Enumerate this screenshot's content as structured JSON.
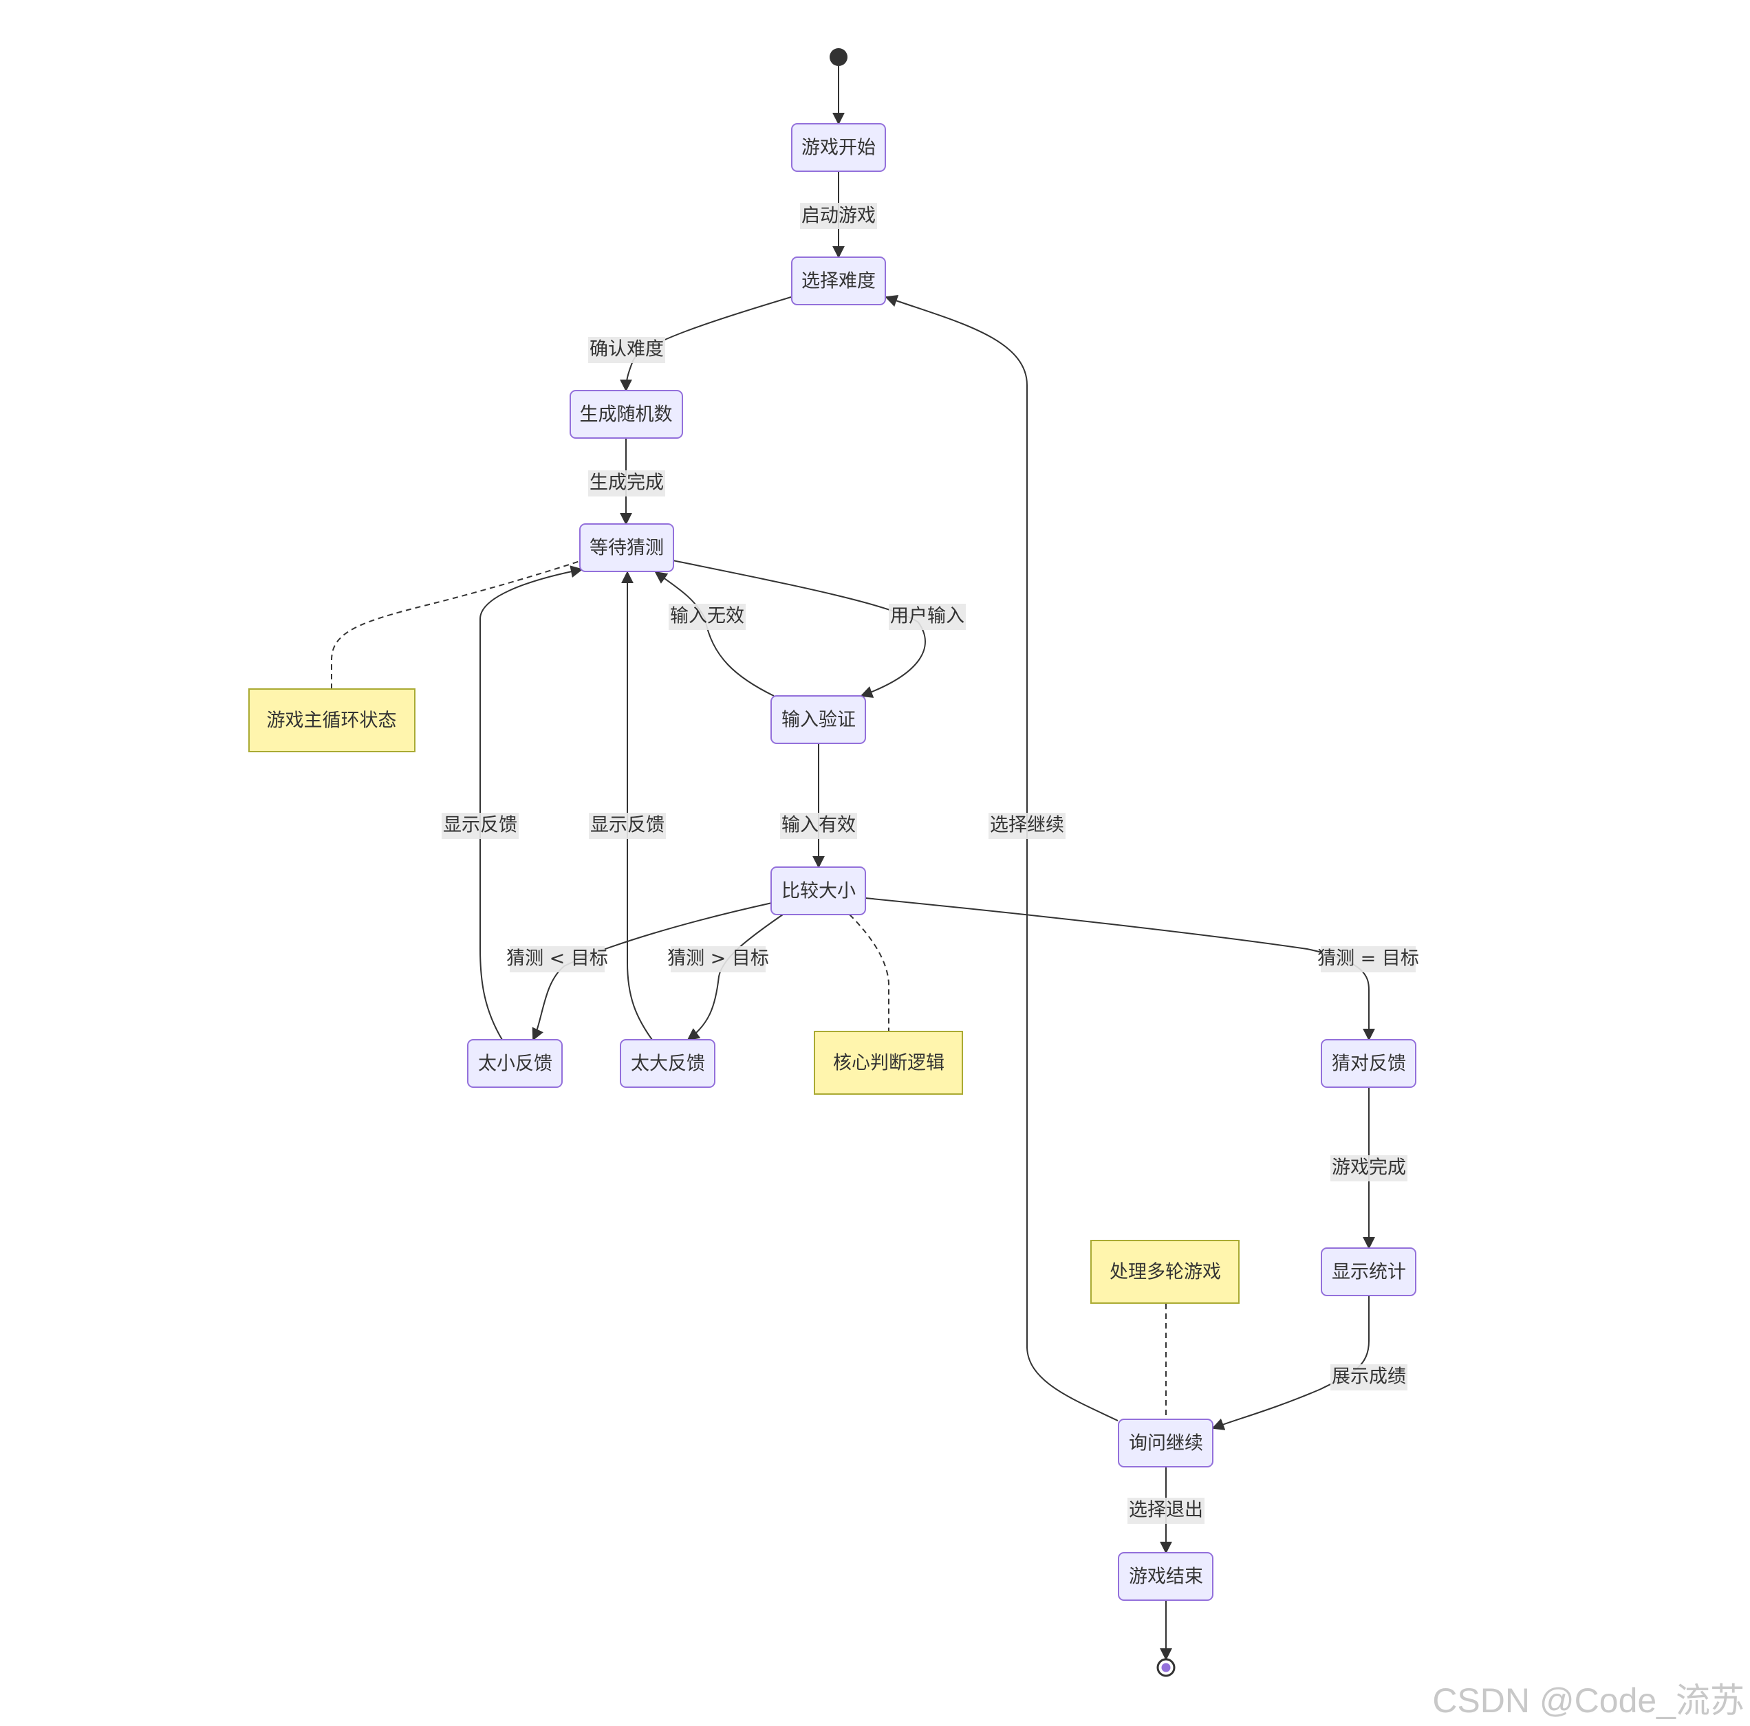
{
  "diagram": {
    "type": "state",
    "states": {
      "game_start": "游戏开始",
      "select_difficulty": "选择难度",
      "generate_random": "生成随机数",
      "wait_guess": "等待猜测",
      "input_validate": "输入验证",
      "compare": "比较大小",
      "too_small": "太小反馈",
      "too_big": "太大反馈",
      "correct": "猜对反馈",
      "show_stats": "显示统计",
      "ask_continue": "询问继续",
      "game_end": "游戏结束"
    },
    "notes": {
      "main_loop": "游戏主循环状态",
      "core_logic": "核心判断逻辑",
      "multi_round": "处理多轮游戏"
    },
    "transitions": {
      "start_game": "启动游戏",
      "confirm_difficulty": "确认难度",
      "generated": "生成完成",
      "user_input": "用户输入",
      "input_invalid": "输入无效",
      "input_valid": "输入有效",
      "guess_lt": "猜测 < 目标",
      "guess_gt": "猜测 > 目标",
      "guess_eq": "猜测 = 目标",
      "show_feedback_small": "显示反馈",
      "show_feedback_big": "显示反馈",
      "game_complete": "游戏完成",
      "show_results": "展示成绩",
      "choose_continue": "选择继续",
      "choose_exit": "选择退出"
    },
    "colors": {
      "state_fill": "#ECECFF",
      "state_stroke": "#9370DB",
      "note_fill": "#FFF5AD",
      "note_stroke": "#AAAA33",
      "edge": "#333333"
    }
  },
  "watermark": "CSDN @Code_流苏"
}
